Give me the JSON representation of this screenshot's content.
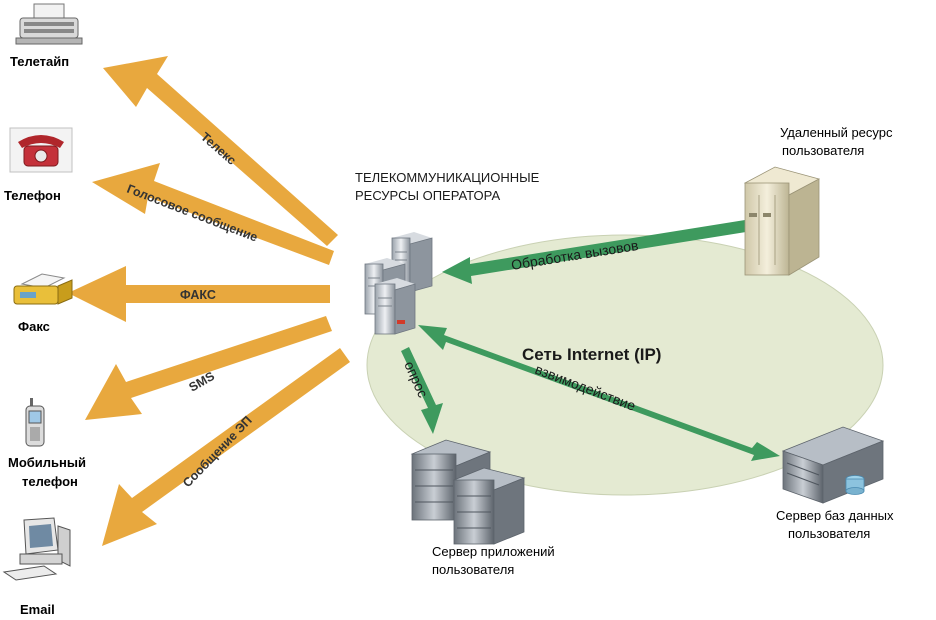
{
  "operator": {
    "line1": "ТЕЛЕКОММУНИКАЦИОННЫЕ",
    "line2": "РЕСУРСЫ ОПЕРАТОРА"
  },
  "network": {
    "label": "Сеть Internet (IP)"
  },
  "endpoints": [
    {
      "label": "Телетайп",
      "icon": "teletype-icon"
    },
    {
      "label": "Телефон",
      "icon": "telephone-icon"
    },
    {
      "label": "Факс",
      "icon": "fax-icon"
    },
    {
      "label1": "Мобильный",
      "label2": "телефон",
      "icon": "mobile-phone-icon"
    },
    {
      "label": "Email",
      "icon": "computer-icon"
    }
  ],
  "channels": [
    "Телекс",
    "Голосовое сообщение",
    "ФАКС",
    "SMS",
    "Сообщение ЭП"
  ],
  "remote_resource": {
    "line1": "Удаленный ресурс",
    "line2": "пользователя"
  },
  "app_server": {
    "line1": "Сервер приложений",
    "line2": "пользователя"
  },
  "db_server": {
    "line1": "Сервер баз данных",
    "line2": "пользователя"
  },
  "flows": {
    "call_processing": "Обработка вызовов",
    "polling": "опрос",
    "interaction": "взвимодействие"
  },
  "colors": {
    "orange_arrow": "#E8A83E",
    "green_arrow": "#3E9A5E",
    "ellipse": "#E4EAD2"
  }
}
